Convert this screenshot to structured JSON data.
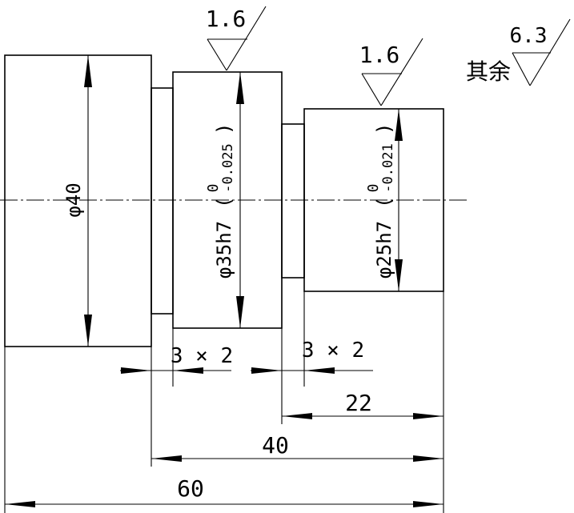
{
  "roughness": {
    "top_left": "1.6",
    "top_right": "1.6",
    "other": "6.3",
    "other_label": "其余"
  },
  "diameters": {
    "d1": "φ40",
    "d2_main": "φ35h7",
    "d2_upper": "0",
    "d2_lower": "-0.025",
    "d3_main": "φ25h7",
    "d3_upper": "0",
    "d3_lower": "-0.021"
  },
  "grooves": {
    "g1": "3 × 2",
    "g2": "3 × 2"
  },
  "lengths": {
    "l1": "22",
    "l2": "40",
    "l3": "60"
  }
}
